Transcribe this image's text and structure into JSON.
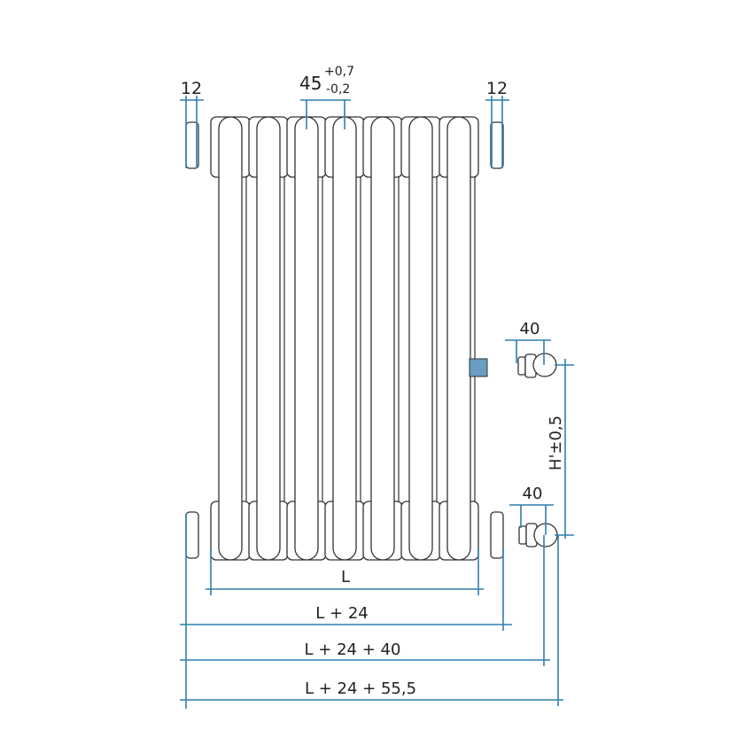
{
  "dimensions": {
    "nipple_left": "12",
    "nipple_right": "12",
    "section_pitch": "45",
    "section_pitch_tol_plus": "+0,7",
    "section_pitch_tol_minus": "-0,2",
    "valve_top_offset": "40",
    "valve_bottom_offset": "40",
    "connection_height": "H'±0,5",
    "length": "L",
    "length_plus_nipples": "L + 24",
    "length_plus_valve": "L + 24 + 40",
    "length_total": "L + 24 + 55,5"
  },
  "radiator": {
    "sections": 7
  },
  "colors": {
    "dimension": "#2f7fae",
    "bracket": "#6a9ec0",
    "outline": "#333333"
  }
}
